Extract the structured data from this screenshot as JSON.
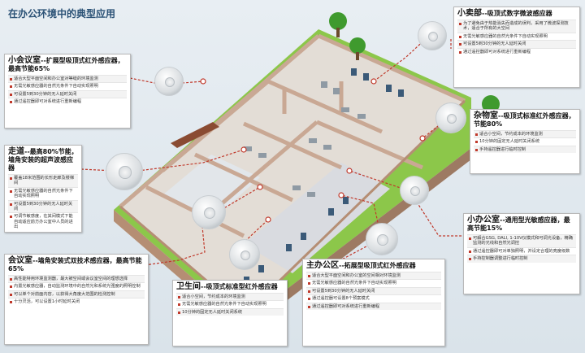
{
  "title": "在办公环境中的典型应用",
  "callouts": {
    "small_meeting": {
      "heading": "小会议室",
      "suffix": "--扩展型吸顶式红外感应器，最高节能65%",
      "items": [
        "适合大型平面空间和办公室对等缝的环境监测",
        "无需光敏感应器的自然光条件下自动实现照明",
        "可设置5到30分钟的无人延时关闭",
        "通过遥控器即可对系统进行重新编程"
      ]
    },
    "corridor": {
      "heading": "走道",
      "suffix": "--最高80%节能，墙角安装的超声波感应器",
      "items": [
        "覆盖18米范围的长形走廊及楼梯间",
        "无需光敏感应器的自然光条件下自动实现照明",
        "可设置5到30分钟的无人延时关闭",
        "可调节敏感度，在其间模式下能自动适应前方办公室中人员的进出"
      ]
    },
    "conference": {
      "heading": "会议室",
      "suffix": "--墙角安装式双技术感应器，最高节能65%",
      "items": [
        "高性能特用环境监测器，最大被空间或会议室空间的理想选择",
        "内置光敏感应器，自动监测环境中的自然光和系统光强度的照明控制",
        "可以单个对前面内容，以获得大角度大范围的检测控制",
        "十分灵活，可以设置1小时延时关闭"
      ]
    },
    "restroom": {
      "heading": "卫生间",
      "suffix": "--吸顶式标准型红外感应器",
      "items": [
        "适合小空间，节约成本的环境监测",
        "无需光敏感应器的自然光条件下自动实现照明",
        "10分钟的固定无人延时关闭系统"
      ]
    },
    "main_office": {
      "heading": "主办公区",
      "suffix": "--拓展型吸顶式红外感应器",
      "items": [
        "适合大型平面空间和办公室的空间相对环境监测",
        "无需光敏感应器的自然光条件下自动实现照明",
        "可设置5到30分钟的无人延时关闭",
        "通过遥控器可设置8个预案模式",
        "通过遥控器即可对系统进行重新编程"
      ]
    },
    "shop": {
      "heading": "小卖部",
      "suffix": "--吸顶式数字微波感应器",
      "items": [
        "为了避免由于热能消失而造成的误判，采用了微波探测技术，适合于所有的大空间",
        "无需光敏感应器的自然光条件下自动实现照明",
        "可设置5到30分钟的无人延时关闭",
        "通过遥控器即可对系统进行重新编程"
      ]
    },
    "storage": {
      "heading": "杂物室",
      "suffix": "--吸顶式标准红外感应器，节能80%",
      "items": [
        "适合小空间，节约成本的环境监测",
        "10分钟的固定无人延时关闭系统",
        "手持遥控器进行临时控制"
      ]
    },
    "small_office": {
      "heading": "小办公室",
      "suffix": "--通用型光敏感应器，最高节能15%",
      "items": [
        "可解合GSG, DALI, 1-10V仪模式和可调光设备，精确监测的光线和自然光调控",
        "通过遥控器即可对单独照明，并设定合理的亮度级数",
        "手持控制器调整进行临时控制"
      ]
    }
  },
  "colors": {
    "accent": "#c0392b",
    "grass": "#7fbf3f",
    "wall": "#c8a08a"
  }
}
